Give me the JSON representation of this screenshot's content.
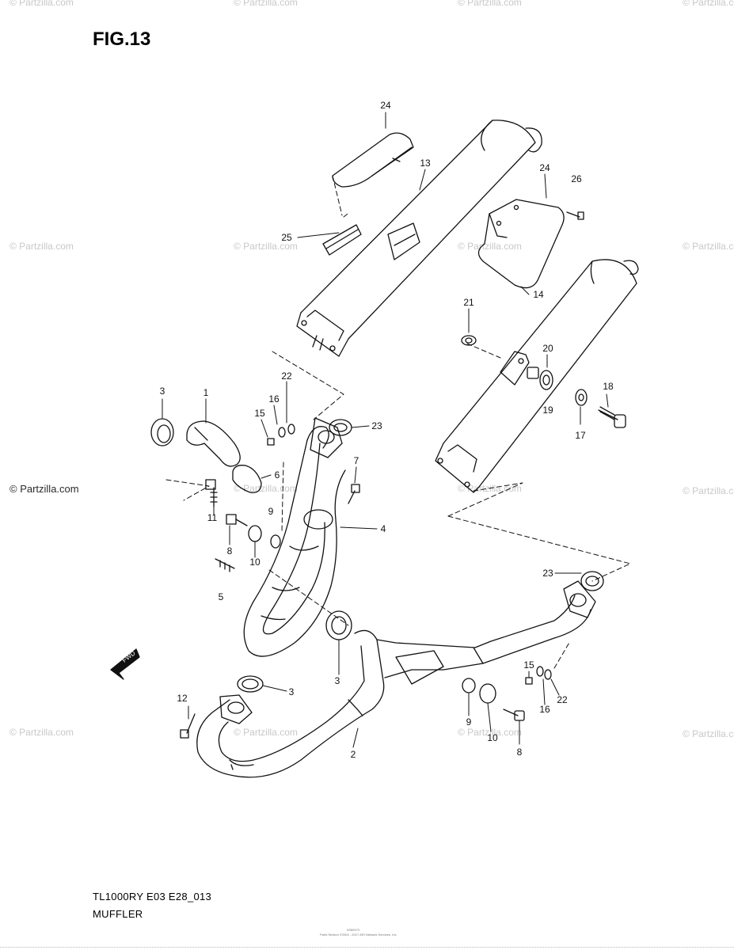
{
  "figure": {
    "title": "FIG.13",
    "code": "TL1000RY E03 E28_013",
    "name": "MUFFLER"
  },
  "watermark": {
    "faint": "© Partzilla.com",
    "dark": "© Partzilla.com"
  },
  "callouts": {
    "c24a": "24",
    "c13": "13",
    "c24b": "24",
    "c26": "26",
    "c25": "25",
    "c14": "14",
    "c21": "21",
    "c20": "20",
    "c18": "18",
    "c19": "19",
    "c17": "17",
    "c3a": "3",
    "c1": "1",
    "c22a": "22",
    "c16a": "16",
    "c15a": "15",
    "c23a": "23",
    "c6": "6",
    "c7": "7",
    "c9a": "9",
    "c11": "11",
    "c8a": "8",
    "c10a": "10",
    "c4": "4",
    "c5": "5",
    "c23b": "23",
    "c3b": "3",
    "c3c": "3",
    "c12": "12",
    "c2": "2",
    "c15b": "15",
    "c16b": "16",
    "c22b": "22",
    "c9b": "9",
    "c10b": "10",
    "c8b": "8",
    "fwd": "FWD"
  },
  "fine_print": {
    "line1": "02B0973",
    "line2": "Parts Section ©2004 - 2017 ARI Network Services, Inc."
  }
}
